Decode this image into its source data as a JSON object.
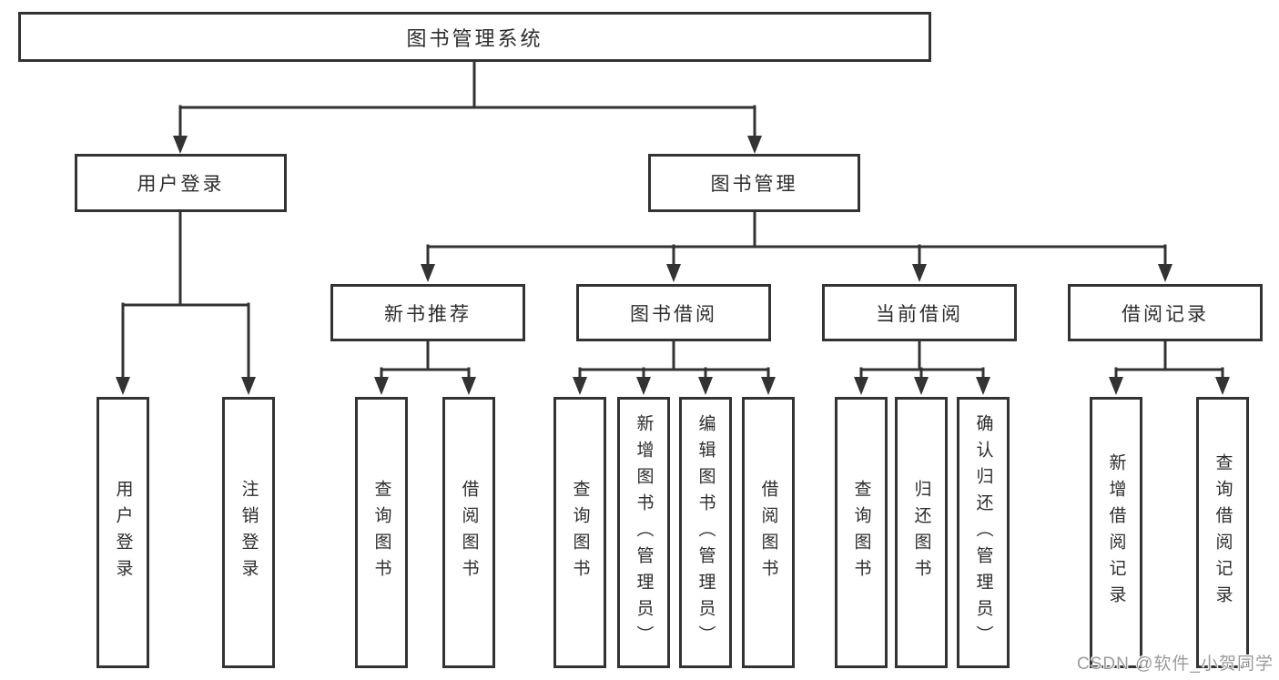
{
  "tree": {
    "label": "图书管理系统",
    "children": [
      {
        "label": "用户登录",
        "children": [
          {
            "label": "用户登录"
          },
          {
            "label": "注销登录"
          }
        ]
      },
      {
        "label": "图书管理",
        "children": [
          {
            "label": "新书推荐",
            "children": [
              {
                "label": "查询图书"
              },
              {
                "label": "借阅图书"
              }
            ]
          },
          {
            "label": "图书借阅",
            "children": [
              {
                "label": "查询图书"
              },
              {
                "label": "新增图书（管理员）"
              },
              {
                "label": "编辑图书（管理员）"
              },
              {
                "label": "借阅图书"
              }
            ]
          },
          {
            "label": "当前借阅",
            "children": [
              {
                "label": "查询图书"
              },
              {
                "label": "归还图书"
              },
              {
                "label": "确认归还（管理员）"
              }
            ]
          },
          {
            "label": "借阅记录",
            "children": [
              {
                "label": "新增借阅记录"
              },
              {
                "label": "查询借阅记录"
              }
            ]
          }
        ]
      }
    ]
  },
  "watermark": {
    "text": "CSDN @软件_小贺同学"
  },
  "colors": {
    "line": "#333333",
    "text": "#2d2d2d",
    "background": "#ffffff",
    "watermark": "#9b9b9b"
  }
}
